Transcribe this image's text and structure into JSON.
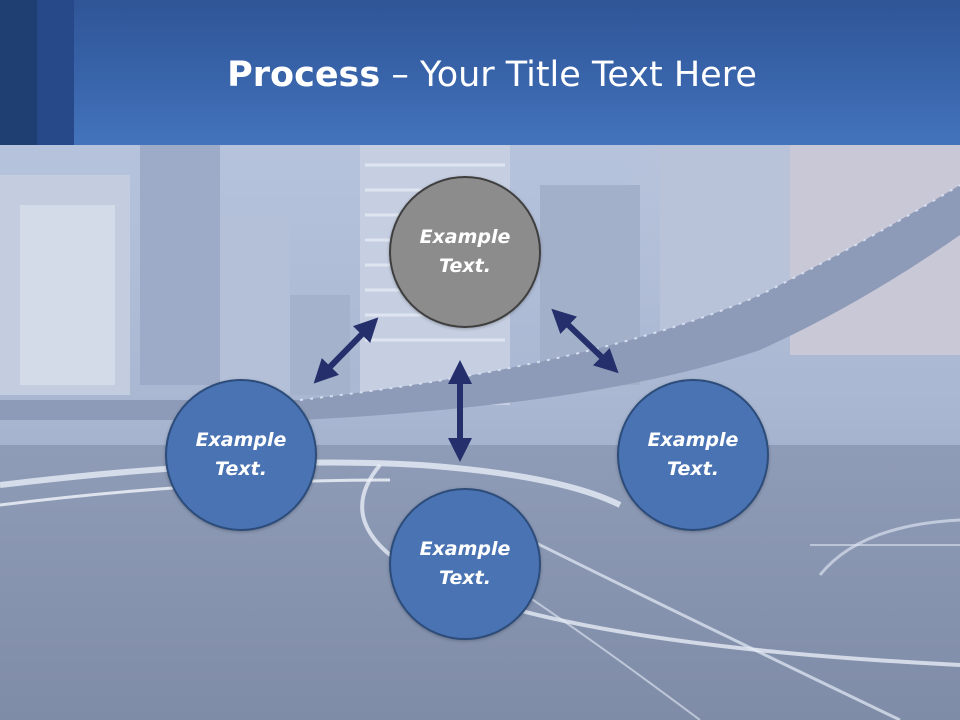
{
  "slide": {
    "title_bold": "Process",
    "title_rest": " – Your Title Text Here"
  },
  "nodes": {
    "top": {
      "text": "Example\nText.",
      "color": "#8c8c8c"
    },
    "left": {
      "text": "Example\nText.",
      "color": "#4a73b4"
    },
    "right": {
      "text": "Example\nText.",
      "color": "#4a73b4"
    },
    "bottom": {
      "text": "Example\nText.",
      "color": "#4a73b4"
    }
  },
  "colors": {
    "header": "#3a66ad",
    "arrow": "#252f6b"
  }
}
